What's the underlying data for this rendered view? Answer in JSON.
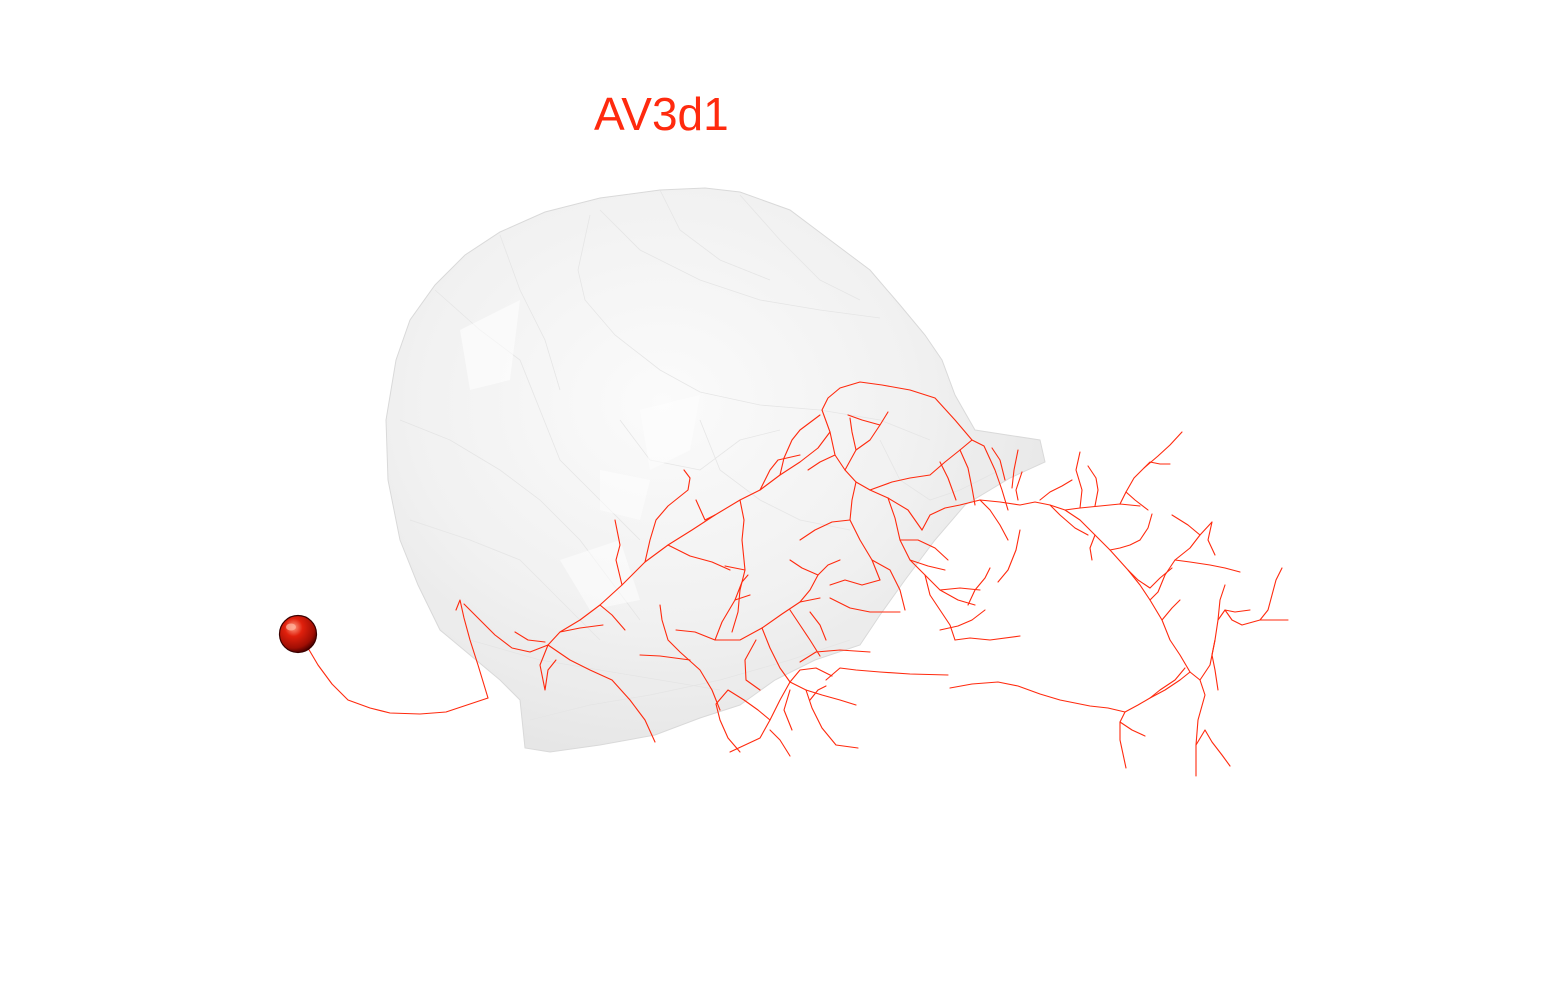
{
  "title": "AV3d1",
  "colors": {
    "background": "#ffffff",
    "neuron": "#ff2a0e",
    "soma_dark": "#5a0000",
    "soma_mid": "#d41c0c",
    "soma_highlight": "#ff8a70",
    "mesh_fill": "#eeeeee",
    "mesh_edge": "#dcdcdc"
  },
  "scene": {
    "mesh_name": "brain-region-surface",
    "soma_name": "soma",
    "neuron_name": "neuron-morphology"
  }
}
